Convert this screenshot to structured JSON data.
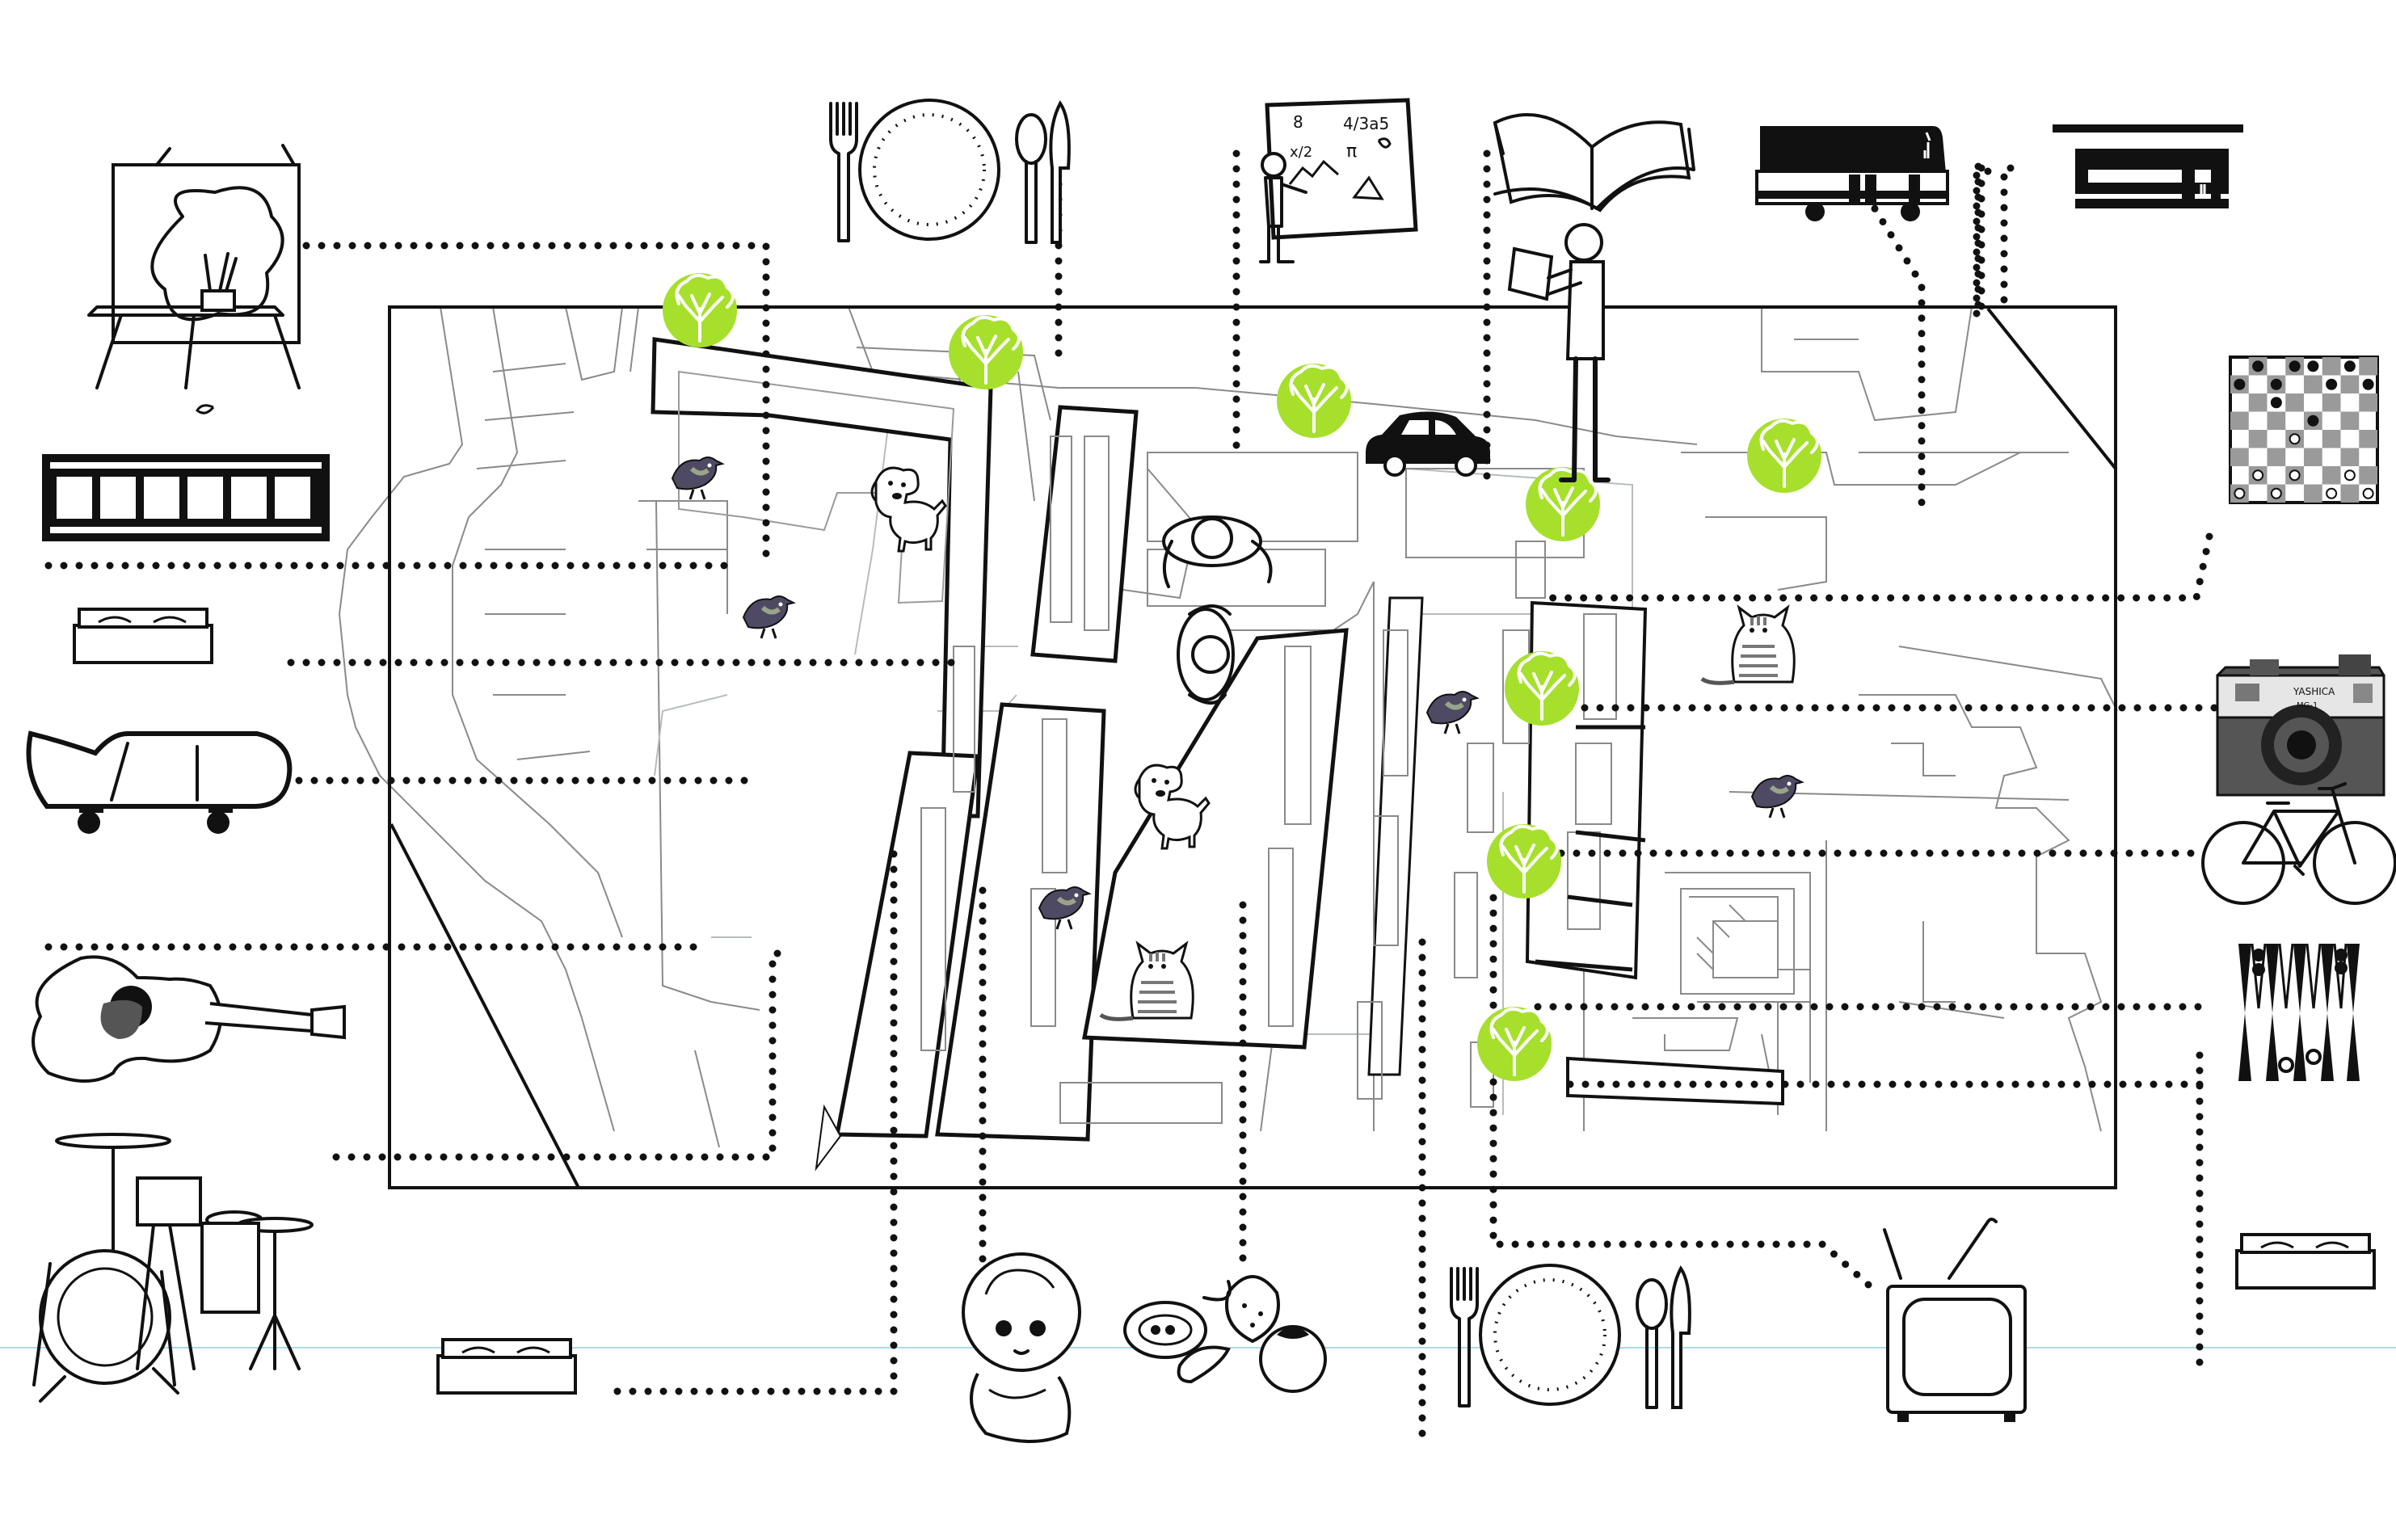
{
  "icons": [
    {
      "name": "easel-icon"
    },
    {
      "name": "film-strip-icon"
    },
    {
      "name": "bed-icon"
    },
    {
      "name": "skateboard-icon"
    },
    {
      "name": "guitar-icon"
    },
    {
      "name": "drum-kit-icon"
    },
    {
      "name": "dinner-plate-icon"
    },
    {
      "name": "teacher-blackboard-icon"
    },
    {
      "name": "book-icon"
    },
    {
      "name": "reading-person-icon"
    },
    {
      "name": "bus-icon"
    },
    {
      "name": "tram-icon"
    },
    {
      "name": "chess-board-icon"
    },
    {
      "name": "camera-icon"
    },
    {
      "name": "bicycle-icon"
    },
    {
      "name": "backgammon-icon"
    },
    {
      "name": "television-icon"
    },
    {
      "name": "baby-icon"
    },
    {
      "name": "vegetables-icon"
    },
    {
      "name": "car-icon"
    },
    {
      "name": "tree-icon"
    },
    {
      "name": "bird-icon"
    },
    {
      "name": "dog-icon"
    },
    {
      "name": "cat-icon"
    },
    {
      "name": "person-top-view-icon"
    }
  ],
  "blackboard": {
    "line1": "8",
    "line2": "4/3a5",
    "line3": "x/2",
    "line4": "π"
  },
  "camera": {
    "brand": "YASHICA",
    "model": "MG-1"
  },
  "colors": {
    "tree": "#a6e02c",
    "ink": "#111111",
    "map_lines": "#8a8a8a",
    "baseline": "#a8dbe6"
  }
}
